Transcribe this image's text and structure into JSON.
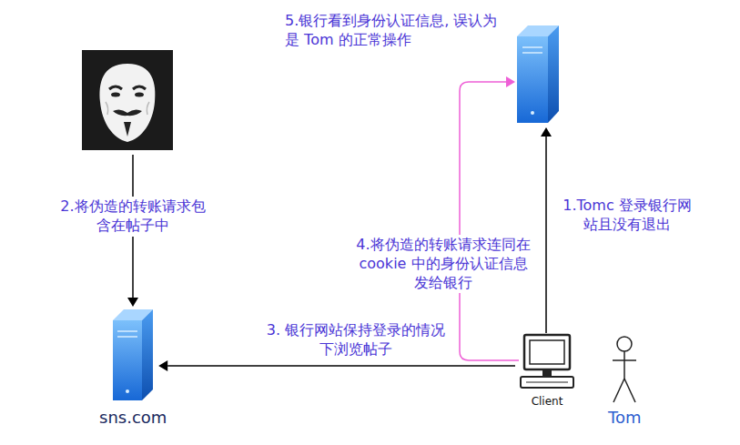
{
  "diagram": {
    "nodes": [
      {
        "text": [
          "sns.com"
        ]
      },
      {
        "text": [
          "Client"
        ]
      },
      {
        "text": [
          "Tom"
        ]
      }
    ],
    "edges": [
      {
        "from": 1,
        "to": 0,
        "arrow": "to",
        "label": "3. 银行网站保持登录的情况下浏览帖子"
      }
    ],
    "labels": [
      "5.银行看到身份认证信息, 误认为是 Tom 的正常操作",
      "2.将伪造的转账请求包含在帖子中",
      "4.将伪造的转账请求连同在 cookie 中的身份认证信息发给银行",
      "1.Tomc 登录银行网站且没有退出"
    ]
  }
}
